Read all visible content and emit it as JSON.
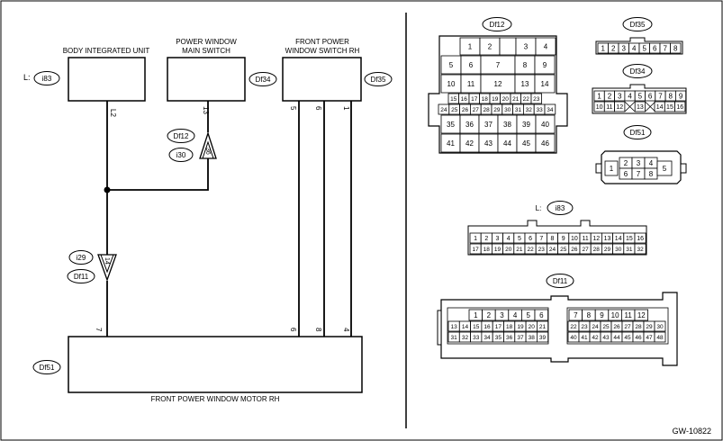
{
  "diagram_id": "GW-10822",
  "units": {
    "body_integrated_unit": "BODY INTEGRATED UNIT",
    "pw_main_switch": [
      "POWER WINDOW",
      "MAIN SWITCH"
    ],
    "front_pw_switch_rh": [
      "FRONT POWER",
      "WINDOW SWITCH RH"
    ],
    "front_pw_motor_rh": "FRONT POWER WINDOW MOTOR RH"
  },
  "connector_refs": {
    "biu": "i83",
    "biu_prefix": "L:",
    "main_switch": "Df34",
    "switch_rh": "Df35",
    "motor": "Df51",
    "joint_upper_a": "Df12",
    "joint_upper_b": "i30",
    "joint_lower_a": "i29",
    "joint_lower_b": "Df11"
  },
  "pins": {
    "biu": "L2",
    "main_switch": "13",
    "switch_5": "5",
    "switch_6": "6",
    "switch_1": "1",
    "joint_upper": "36",
    "joint_lower": "14",
    "motor_7": "7",
    "motor_6": "6",
    "motor_8": "8",
    "motor_4": "4"
  },
  "connectors": {
    "df12": {
      "label": "Df12",
      "rows": [
        [
          "1",
          "2",
          "3",
          "4"
        ],
        [
          "5",
          "6",
          "7",
          "8",
          "9"
        ],
        [
          "10",
          "11",
          "12",
          "13",
          "14"
        ],
        [
          "15",
          "16",
          "17",
          "18",
          "19",
          "20",
          "21",
          "22",
          "23"
        ],
        [
          "24",
          "25",
          "26",
          "27",
          "28",
          "29",
          "30",
          "31",
          "32",
          "33",
          "34"
        ],
        [
          "35",
          "36",
          "37",
          "38",
          "39",
          "40"
        ],
        [
          "41",
          "42",
          "43",
          "44",
          "45",
          "46"
        ]
      ]
    },
    "df35": {
      "label": "Df35",
      "cells": [
        "1",
        "2",
        "3",
        "4",
        "5",
        "6",
        "7",
        "8"
      ]
    },
    "df34": {
      "label": "Df34",
      "row1": [
        "1",
        "2",
        "3",
        "4",
        "5",
        "6",
        "7",
        "8",
        "9"
      ],
      "row2": [
        "10",
        "11",
        "12",
        "13",
        "14",
        "15",
        "16"
      ]
    },
    "df51": {
      "label": "Df51",
      "top": [
        "2",
        "3",
        "4"
      ],
      "bottom": [
        "6",
        "7",
        "8"
      ],
      "left": "1",
      "right": "5"
    },
    "i83": {
      "label": "i83",
      "prefix": "L:",
      "row1": [
        "1",
        "2",
        "3",
        "4",
        "5",
        "6",
        "7",
        "8",
        "9",
        "10",
        "11",
        "12",
        "13",
        "14",
        "15",
        "16"
      ],
      "row2": [
        "17",
        "18",
        "19",
        "20",
        "21",
        "22",
        "23",
        "24",
        "25",
        "26",
        "27",
        "28",
        "29",
        "30",
        "31",
        "32"
      ]
    },
    "df11": {
      "label": "Df11",
      "left_row1": [
        "1",
        "2",
        "3",
        "4",
        "5",
        "6"
      ],
      "left_row2": [
        "13",
        "14",
        "15",
        "16",
        "17",
        "18",
        "19",
        "20",
        "21"
      ],
      "left_row3": [
        "31",
        "32",
        "33",
        "34",
        "35",
        "36",
        "37",
        "38",
        "39"
      ],
      "right_row1": [
        "7",
        "8",
        "9",
        "10",
        "11",
        "12"
      ],
      "right_row2": [
        "22",
        "23",
        "24",
        "25",
        "26",
        "27",
        "28",
        "29",
        "30"
      ],
      "right_row3": [
        "40",
        "41",
        "42",
        "43",
        "44",
        "45",
        "46",
        "47",
        "48"
      ]
    }
  }
}
